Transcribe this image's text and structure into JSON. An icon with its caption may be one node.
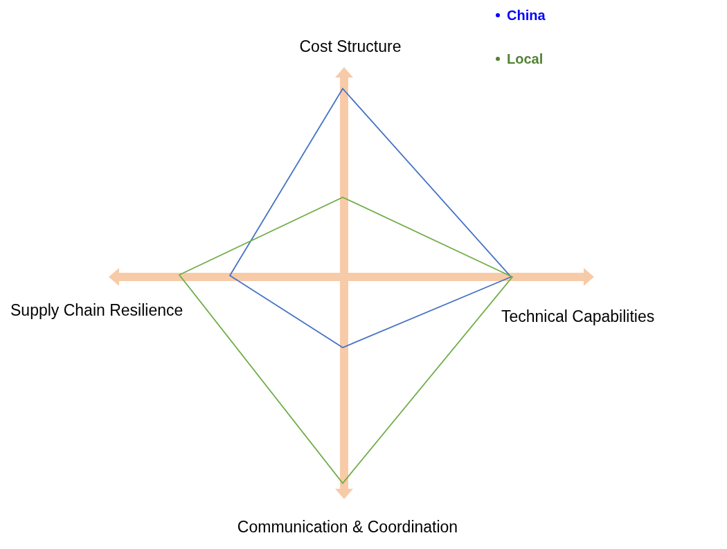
{
  "diagram": {
    "labels": [
      "Cost Structure",
      "Supply Chain Resilience",
      "Technical Capabilities",
      "Communication & Coordination"
    ],
    "legend": [
      {
        "text": "China",
        "color": "#0000ff"
      },
      {
        "text": "Local",
        "color": "#548235"
      }
    ]
  }
}
